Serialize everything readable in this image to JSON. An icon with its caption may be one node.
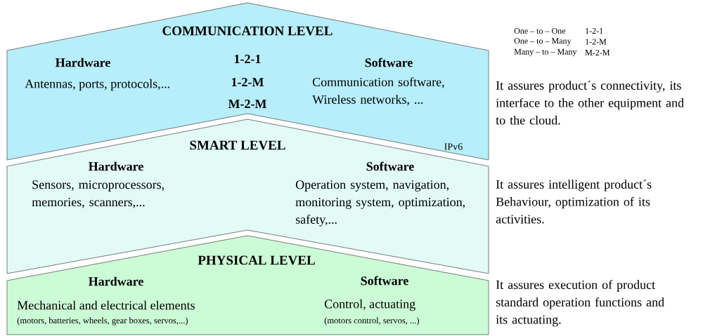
{
  "diagram": {
    "nodes": [
      {
        "text": [
          "COMMUNICATION LEVEL",
          "Hardware",
          "Antennas, ports, protocols,...",
          "1-2-1",
          "1-2-M",
          "M-2-M",
          "Software",
          "Communication software, Wireless networks, ...",
          "IPv6"
        ],
        "beside": [
          "It assures product´s connectivity, its interface to the other equipment and to the cloud."
        ]
      },
      {
        "text": [
          "SMART LEVEL",
          "Hardware",
          "Sensors, microprocessors, memories, scanners,...",
          "Software",
          "Operation system, navigation, monitoring system, optimization, safety,..."
        ],
        "beside": [
          "It assures intelligent product´s Behaviour, optimization of its activities."
        ]
      },
      {
        "text": [
          "PHYSICAL LEVEL",
          "Hardware",
          "Mechanical and electrical elements",
          "(motors, batteries, wheels, gear boxes, servos,...)",
          "Software",
          "Control, actuating",
          "(motors control, servos, ...)"
        ],
        "beside": [
          "It assures execution of product standard operation functions and its actuating."
        ]
      }
    ],
    "labels": [
      "One – to – One",
      "1-2-1",
      "One – to – Many",
      "1-2-M",
      "Many – to – Many",
      "M-2-M"
    ]
  }
}
